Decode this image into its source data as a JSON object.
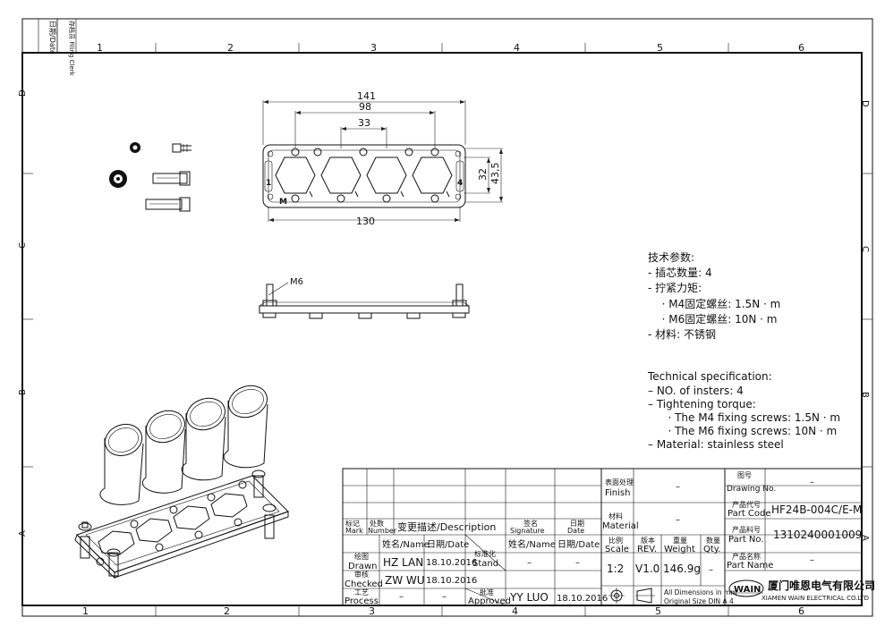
{
  "sheet": {
    "zone_columns": [
      "1",
      "2",
      "3",
      "4",
      "5",
      "6"
    ],
    "zone_rows": [
      "D",
      "C",
      "B",
      "A"
    ],
    "corner_date": "日期/Date",
    "corner_filing": "存档员 Filing Clerk"
  },
  "front_view": {
    "dim_141": "141",
    "dim_98": "98",
    "dim_33": "33",
    "dim_130": "130",
    "dim_32": "32",
    "dim_43_5": "43,5",
    "label_1": "1",
    "label_m": "M",
    "label_4": "4"
  },
  "side_view": {
    "callout": "M6"
  },
  "notes_cn": [
    "技术参数:",
    "- 插芯数量: 4",
    "- 拧紧力矩:",
    "  · M4固定螺丝: 1.5N · m",
    "  · M6固定螺丝: 10N · m",
    "- 材料: 不锈钢"
  ],
  "notes_en": [
    "Technical specification:",
    "– NO. of insters: 4",
    "– Tightening torque:",
    "   · The M4 fixing screws: 1.5N · m",
    "   · The M6 fixing screws: 10N · m",
    "– Material: stainless steel"
  ],
  "title_block": {
    "mark_cn": "标记",
    "mark_en": "Mark",
    "number_cn": "处数",
    "number_en": "Number",
    "description": "变更描述/Description",
    "signature_cn": "签名",
    "signature_en": "Signature",
    "date_cn": "日期",
    "date_en": "Date",
    "name_date_name": "姓名/Name",
    "name_date_date": "日期/Date",
    "stand_cn": "标准化",
    "stand_en": "Stand.",
    "drawn_cn": "绘图",
    "drawn_en": "Drawn",
    "checked_cn": "审核",
    "checked_en": "Checked",
    "process_cn": "工艺",
    "process_en": "Process",
    "approved_cn": "批准",
    "approved_en": "Approved",
    "drawn_name": "HZ LAN",
    "drawn_date": "18.10.2016",
    "checked_name": "ZW WU",
    "checked_date": "18.10.2016",
    "stand_value": "–",
    "process_name": "–",
    "process_date": "–",
    "approved_name": "YY LUO",
    "approved_date": "18.10.2016",
    "finish_cn": "表面处理",
    "finish_en": "Finish",
    "finish_value": "–",
    "material_cn": "材料",
    "material_en": "Material",
    "material_value": "–",
    "scale_cn": "比例",
    "scale_en": "Scale",
    "scale_value": "1:2",
    "rev_cn": "版本",
    "rev_en": "REV.",
    "rev_value": "V1.0",
    "weight_cn": "重量",
    "weight_en": "Weight",
    "weight_value": "146.9g",
    "qty_cn": "数量",
    "qty_en": "Qty.",
    "qty_value": "–",
    "dims_note_1": "All Dimensions in mm",
    "dims_note_2": "Original Size DIN A 4",
    "drawing_no_cn": "图号",
    "drawing_no_en": "Drawing No.",
    "drawing_no_value": "–",
    "part_code_cn": "产品代号",
    "part_code_en": "Part Code",
    "part_code_value": "HF24B-004C/E-M",
    "part_no_cn": "产品料号",
    "part_no_en": "Part No.",
    "part_no_value": "1310240001009",
    "part_name_cn": "产品名称",
    "part_name_en": "Part Name",
    "part_name_value": "–",
    "logo_text": "WAIN",
    "company_cn": "厦门唯恩电气有限公司",
    "company_en": "XIAMEN WAIN ELECTRICAL CO.LTD"
  }
}
